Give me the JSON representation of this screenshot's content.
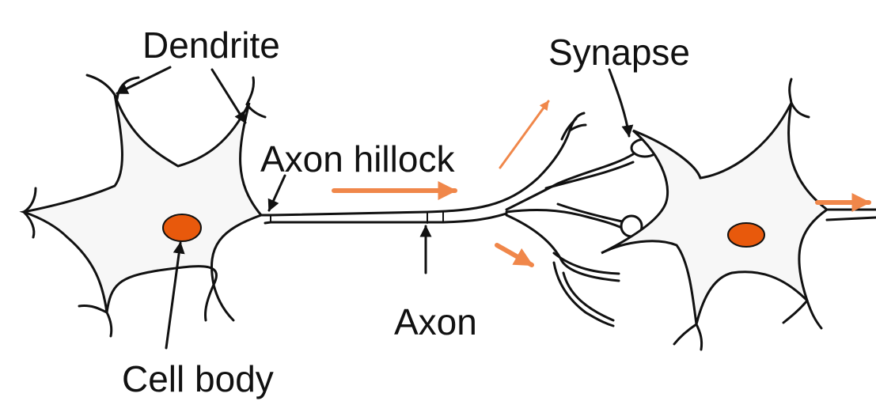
{
  "labels": {
    "dendrite": "Dendrite",
    "synapse": "Synapse",
    "axon_hillock": "Axon hillock",
    "axon": "Axon",
    "cell_body": "Cell body"
  },
  "colors": {
    "outline": "#111111",
    "soma_fill": "#f7f7f7",
    "nucleus": "#e8590c",
    "signal_arrow": "#f0874a",
    "background": "#ffffff"
  }
}
